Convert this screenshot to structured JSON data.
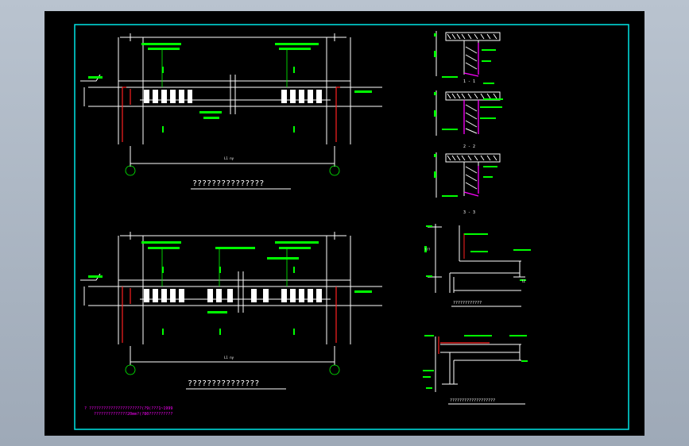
{
  "title_top": "???????????????",
  "title_bottom": "???????????????",
  "span_label": "L1 ny",
  "note_rebar_top": "???????????",
  "note_mid": "??????????",
  "note_wall": "???????",
  "detail1_label": "1 - 1",
  "detail2_label": "2 - 2",
  "detail3_label": "3 - 3",
  "right_caption1": "????????????",
  "right_caption2": "???????????????????",
  "footnote_line1": "? ??????????????????????(?9(???1~1999",
  "footnote_line2": "??????????????20mm?(?80??????????",
  "elev_label": "TZ",
  "axis_label": "???",
  "colors": {
    "background": "#000000",
    "frame": "#00e5e5",
    "lines": "#ffffff",
    "annotation": "#00ff00",
    "rebar": "#ff2020",
    "magenta": "#ff00ff",
    "yellow": "#ffff00"
  }
}
